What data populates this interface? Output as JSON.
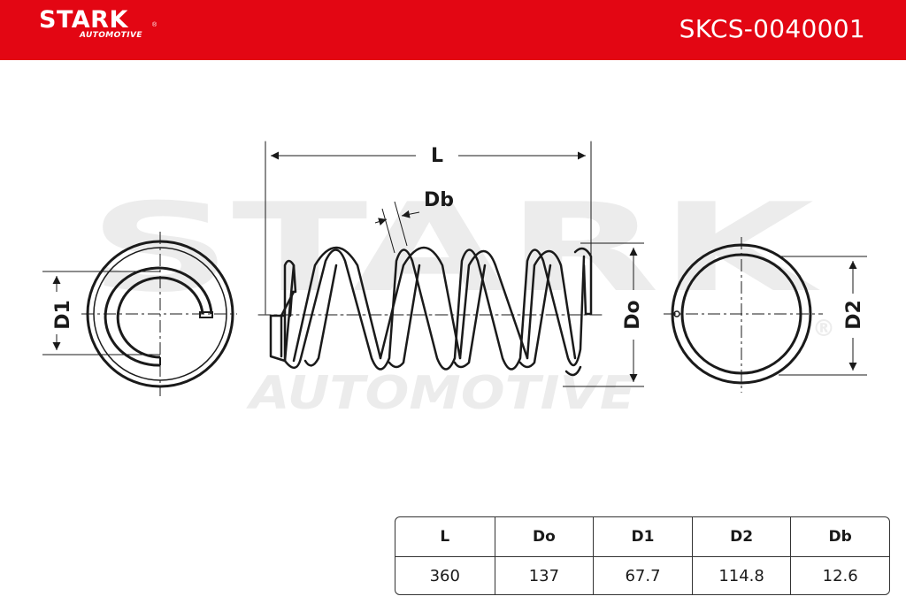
{
  "brand": {
    "name": "STARK",
    "sub": "AUTOMOTIVE",
    "reg": "®"
  },
  "part_number": "SKCS-0040001",
  "watermark": {
    "big": "STARK",
    "small": "AUTOMOTIVE",
    "reg": "®"
  },
  "dimensions": {
    "length_label": "L",
    "wire_label": "Db",
    "outer_label": "Do",
    "end1_label": "D1",
    "end2_label": "D2"
  },
  "spec_table": {
    "headers": [
      "L",
      "Do",
      "D1",
      "D2",
      "Db"
    ],
    "values": [
      "360",
      "137",
      "67.7",
      "114.8",
      "12.6"
    ]
  },
  "colors": {
    "header_red": "#e30613",
    "line": "#1a1a1a",
    "watermark": "#ececec"
  }
}
